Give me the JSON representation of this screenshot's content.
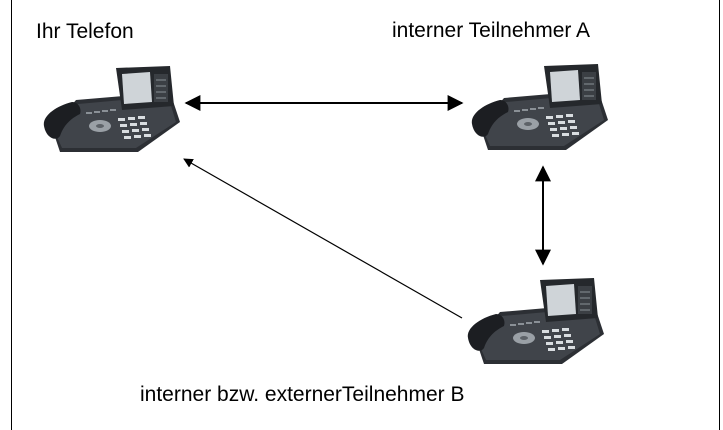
{
  "labels": {
    "your_phone": "Ihr Telefon",
    "participant_a": "interner Teilnehmer A",
    "participant_b": "interner bzw. externerTeilnehmer B"
  },
  "colors": {
    "phone_body": "#3a3d42",
    "phone_dark": "#1f2226",
    "display": "#cfd4d8",
    "line": "#000000"
  }
}
